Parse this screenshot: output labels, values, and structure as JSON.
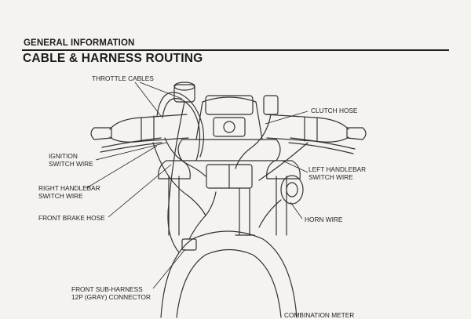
{
  "header": {
    "section": "GENERAL INFORMATION",
    "title": "CABLE & HARNESS ROUTING"
  },
  "labels": {
    "throttle_cables": "THROTTLE CABLES",
    "clutch_hose": "CLUTCH HOSE",
    "ignition_switch_wire": [
      "IGNITION",
      "SWITCH WIRE"
    ],
    "right_handlebar_switch_wire": [
      "RIGHT HANDLEBAR",
      "SWITCH WIRE"
    ],
    "left_handlebar_switch_wire": [
      "LEFT HANDLEBAR",
      "SWITCH WIRE"
    ],
    "front_brake_hose": "FRONT BRAKE HOSE",
    "horn_wire": "HORN WIRE",
    "front_sub_harness": [
      "FRONT SUB-HARNESS",
      "12P (GRAY) CONNECTOR"
    ],
    "combination_meter": "COMBINATION METER"
  }
}
